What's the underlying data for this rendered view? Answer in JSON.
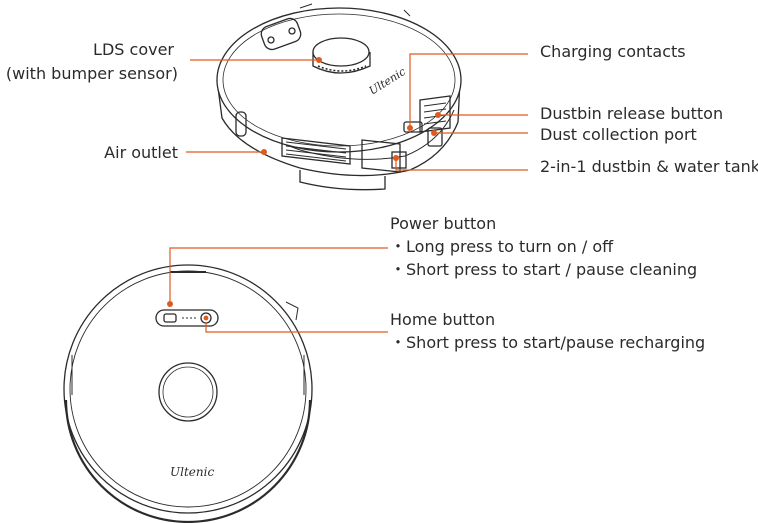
{
  "brand": {
    "logo_text": "Ultenic",
    "accent_color": "#e05a1e",
    "line_color": "#2b2b2b"
  },
  "top_labels": {
    "lds_cover": "LDS cover",
    "lds_cover_sub": "(with bumper sensor)",
    "air_outlet": "Air outlet",
    "charging_contacts": "Charging contacts",
    "dustbin_release": "Dustbin release button",
    "dust_collection": "Dust collection port",
    "dustbin_tank": "2-in-1 dustbin & water tank"
  },
  "bottom_labels": {
    "power_button": "Power button",
    "power_items": [
      "Long press to turn on / off",
      "Short press to start / pause cleaning"
    ],
    "home_button": "Home button",
    "home_items": [
      "Short press to start/pause recharging"
    ],
    "bullet": "・"
  }
}
